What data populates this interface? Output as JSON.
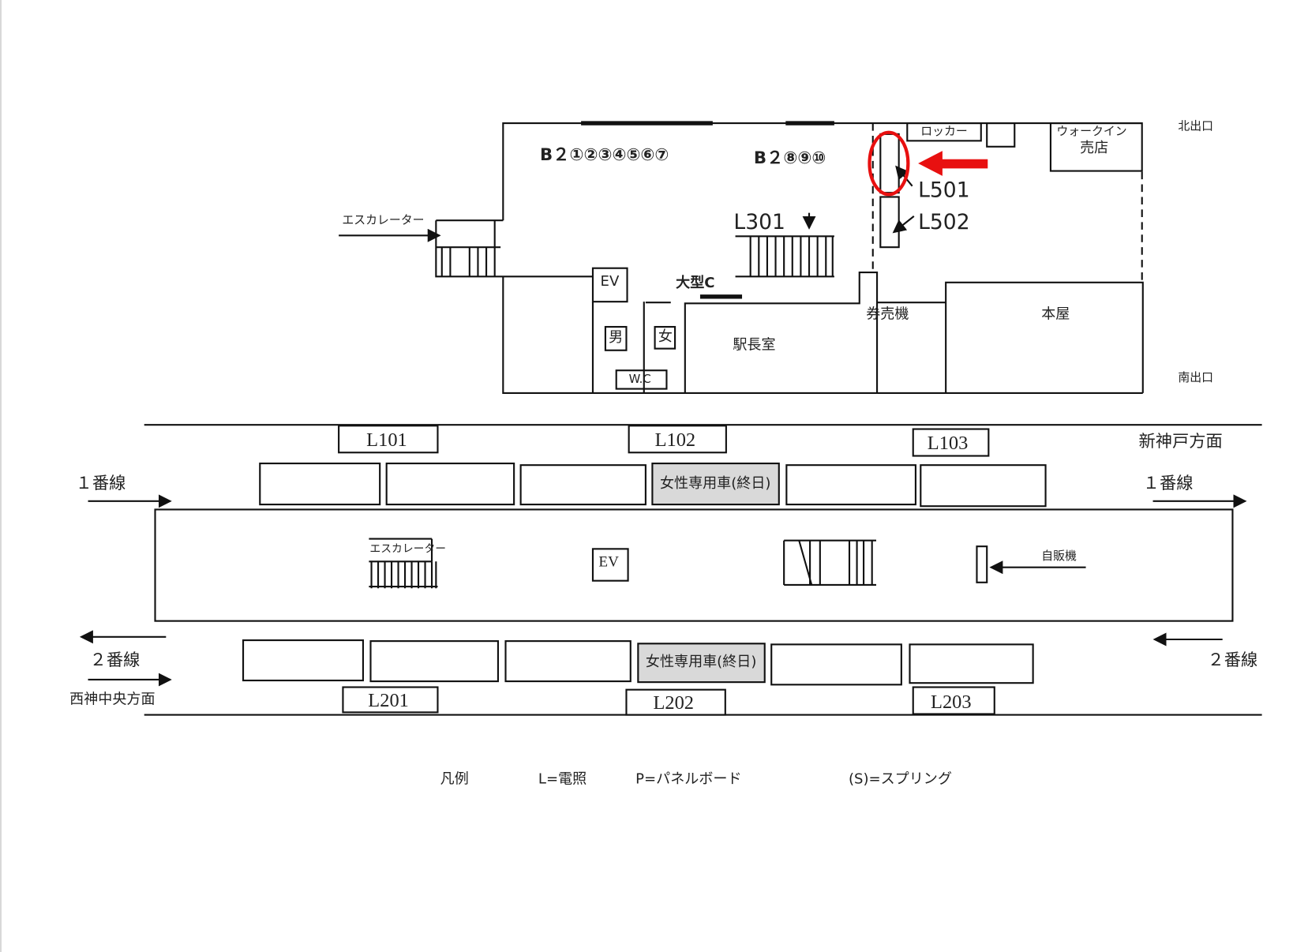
{
  "upper_floor": {
    "b2_gates_1": "B２①②③④⑤⑥⑦",
    "b2_gates_2": "B２⑧⑨⑩",
    "escalator": "エスカレーター",
    "l301": "L301",
    "elevator": "EV",
    "large_c": "大型C",
    "mens": "男",
    "womens": "女",
    "wc": "W.C",
    "station_master": "駅長室",
    "ticket_machine": "券売機",
    "bookstore": "本屋",
    "locker": "ロッカー",
    "walkin_shop_line1": "ウォークイン",
    "walkin_shop_line2": "売店",
    "l501": "L501",
    "l502": "L502",
    "north_exit": "北出口",
    "south_exit": "南出口",
    "highlight_color": "#e81010"
  },
  "platform": {
    "lights_top": [
      "L101",
      "L102",
      "L103"
    ],
    "lights_bottom": [
      "L201",
      "L202",
      "L203"
    ],
    "women_only_car": "女性専用車(終日)",
    "track1_left": "１番線",
    "track1_right": "１番線",
    "track2_left": "２番線",
    "track2_right": "２番線",
    "direction_shinkobe": "新神戸方面",
    "direction_seishin": "西神中央方面",
    "escalator": "エスカレーター",
    "elevator": "EV",
    "vending": "自販機"
  },
  "legend": {
    "title": "凡例",
    "l": "L=電照",
    "p": "P=パネルボード",
    "s": "(S)=スプリング"
  }
}
